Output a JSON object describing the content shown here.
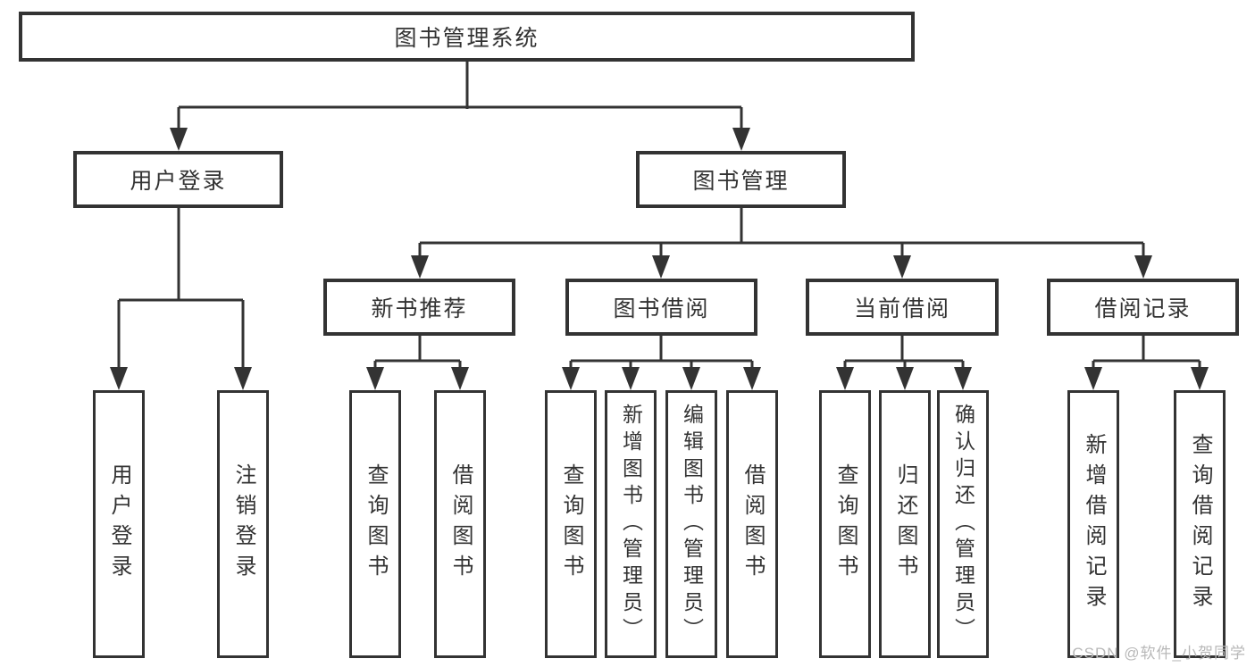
{
  "diagram": {
    "root": {
      "label": "图书管理系统"
    },
    "branches": {
      "user_login": {
        "label": "用户登录",
        "children": [
          {
            "label": "用户登录"
          },
          {
            "label": "注销登录"
          }
        ]
      },
      "book_management": {
        "label": "图书管理",
        "sections": {
          "new_book": {
            "label": "新书推荐",
            "children": [
              {
                "label": "查询图书"
              },
              {
                "label": "借阅图书"
              }
            ]
          },
          "borrowing": {
            "label": "图书借阅",
            "children": [
              {
                "label": "查询图书"
              },
              {
                "label": "新增图书（管理员）"
              },
              {
                "label": "编辑图书（管理员）"
              },
              {
                "label": "借阅图书"
              }
            ]
          },
          "current": {
            "label": "当前借阅",
            "children": [
              {
                "label": "查询图书"
              },
              {
                "label": "归还图书"
              },
              {
                "label": "确认归还（管理员）"
              }
            ]
          },
          "records": {
            "label": "借阅记录",
            "children": [
              {
                "label": "新增借阅记录"
              },
              {
                "label": "查询借阅记录"
              }
            ]
          }
        }
      }
    }
  },
  "watermark": {
    "text": "CSDN @软件_小贺同学"
  },
  "colors": {
    "line": "#333333",
    "text": "#333333",
    "background": "#ffffff",
    "watermark": "#b8b8b8"
  }
}
